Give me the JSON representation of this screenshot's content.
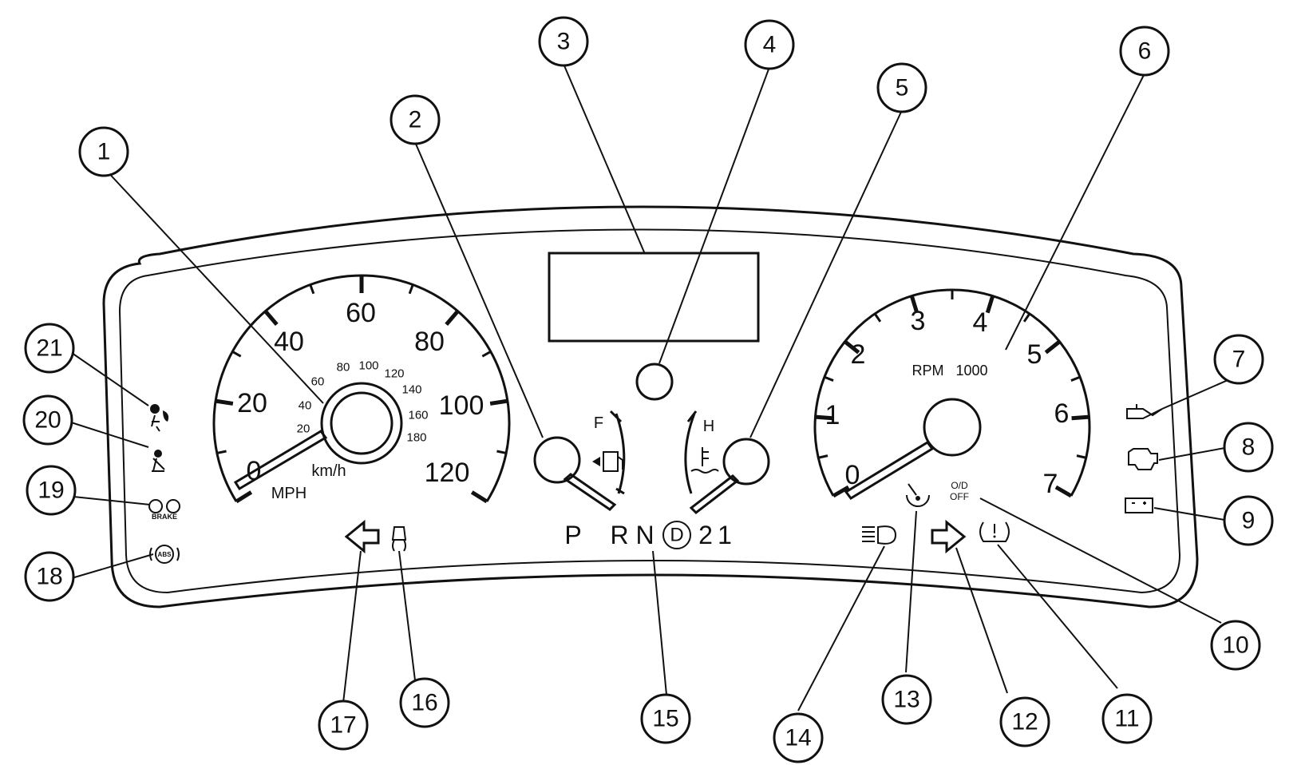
{
  "speedometer": {
    "mph_labels": [
      "0",
      "20",
      "40",
      "60",
      "80",
      "100",
      "120"
    ],
    "kmh_labels": [
      "20",
      "40",
      "60",
      "80",
      "100",
      "120",
      "140",
      "160",
      "180"
    ],
    "mph_unit": "MPH",
    "kmh_unit": "km/h"
  },
  "tachometer": {
    "labels": [
      "0",
      "1",
      "2",
      "3",
      "4",
      "5",
      "6",
      "7"
    ],
    "unit": "RPM   1000"
  },
  "fuel_gauge": {
    "label": "F"
  },
  "temp_gauge": {
    "label": "H"
  },
  "gear_selector": [
    "P",
    "R",
    "N",
    "D",
    "2",
    "1"
  ],
  "od_off": {
    "line1": "O/D",
    "line2": "OFF"
  },
  "brake_label": "BRAKE",
  "abs_label": "ABS",
  "callouts": [
    "1",
    "2",
    "3",
    "4",
    "5",
    "6",
    "7",
    "8",
    "9",
    "10",
    "11",
    "12",
    "13",
    "14",
    "15",
    "16",
    "17",
    "18",
    "19",
    "20",
    "21"
  ],
  "icons": {
    "7": "oil-pressure-icon",
    "8": "check-engine-icon",
    "9": "battery-icon",
    "10": "overdrive-off-icon",
    "11": "tire-pressure-icon",
    "12": "right-turn-signal-icon",
    "13": "cruise-control-icon",
    "14": "high-beam-icon",
    "16": "traction-control-icon",
    "17": "left-turn-signal-icon",
    "18": "abs-warning-icon",
    "19": "brake-warning-icon",
    "20": "seatbelt-reminder-icon",
    "21": "airbag-warning-icon"
  }
}
